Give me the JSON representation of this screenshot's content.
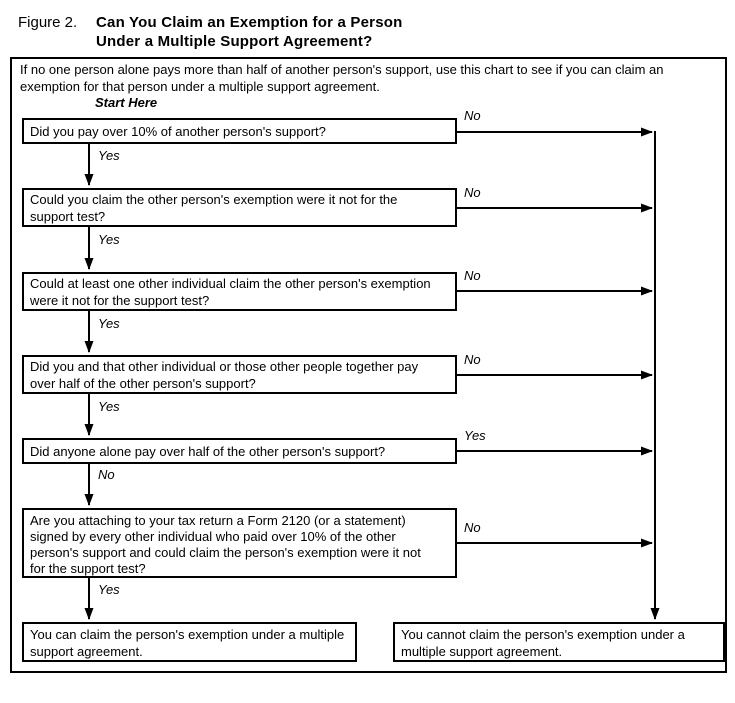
{
  "figure": {
    "label": "Figure 2.",
    "title_line1": "Can You Claim an Exemption for a Person",
    "title_line2": "Under a Multiple Support Agreement?"
  },
  "intro": "If no one person alone pays more than half of another person's support, use this chart to see if you can claim an exemption for that person under a multiple support agreement.",
  "start_here_label": "Start Here",
  "questions": [
    {
      "text": "Did you pay over 10% of another person's support?",
      "branch_down": "Yes",
      "branch_side": "No"
    },
    {
      "text": "Could you claim the other person's exemption were it not for the support test?",
      "branch_down": "Yes",
      "branch_side": "No"
    },
    {
      "text": "Could at least one other individual claim the other person's exemption were it not for the support test?",
      "branch_down": "Yes",
      "branch_side": "No"
    },
    {
      "text": "Did you and that other individual or those other people together pay over half of the other person's support?",
      "branch_down": "Yes",
      "branch_side": "No"
    },
    {
      "text": "Did anyone alone pay over half of the other person's support?",
      "branch_down": "No",
      "branch_side": "Yes"
    },
    {
      "text": "Are you attaching to your tax return a Form 2120 (or a statement) signed by every other individual who paid over 10% of the other person's support and could claim the person's exemption were it not for the support test?",
      "branch_down": "Yes",
      "branch_side": "No"
    }
  ],
  "results": {
    "can_claim": "You can claim the person's exemption under a multiple support agreement.",
    "cannot_claim": "You cannot claim the person's exemption under a multiple support agreement."
  },
  "colors": {
    "ink": "#000000",
    "paper": "#ffffff"
  }
}
